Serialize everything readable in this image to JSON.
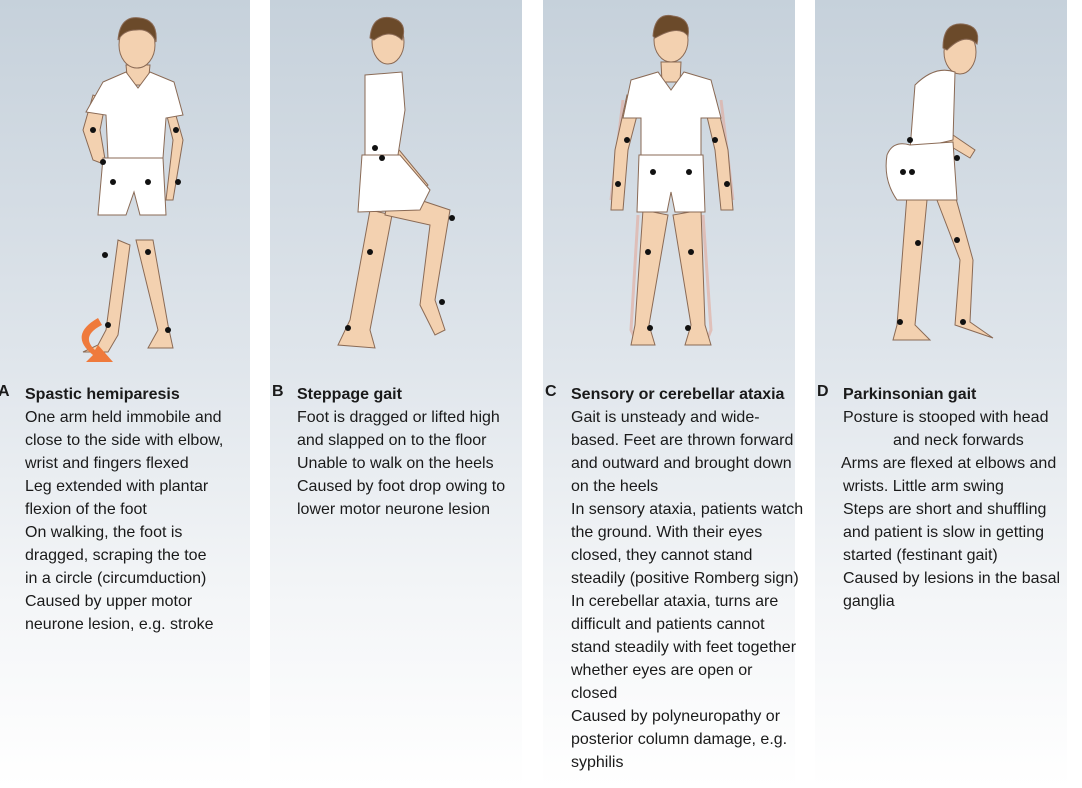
{
  "panels": [
    {
      "letter": "A",
      "title": "Spastic hemiparesis",
      "lines": [
        "One arm held immobile and",
        "close to the side with elbow,",
        "wrist and fingers flexed",
        "Leg extended with plantar",
        "flexion of the foot",
        "On walking, the foot is",
        "dragged, scraping the toe",
        "in a circle (circumduction)",
        "Caused by upper motor",
        "neurone lesion, e.g. stroke"
      ]
    },
    {
      "letter": "B",
      "title": "Steppage gait",
      "lines": [
        "Foot is dragged or lifted high",
        "and slapped on to the floor",
        "Unable to walk on the heels",
        "Caused by foot drop owing to",
        "lower motor neurone lesion"
      ]
    },
    {
      "letter": "C",
      "title": "Sensory or cerebellar ataxia",
      "lines": [
        "Gait is unsteady and wide-",
        "based. Feet are thrown forward",
        "and outward and brought down",
        "on the heels",
        "In sensory ataxia, patients watch",
        "the ground. With their eyes",
        "closed, they cannot stand",
        "steadily (positive Romberg sign)",
        "In cerebellar ataxia, turns are",
        "difficult and patients cannot",
        "stand steadily with feet together",
        "whether eyes are open or",
        "closed",
        "Caused by polyneuropathy or",
        "posterior column damage, e.g.",
        "syphilis"
      ]
    },
    {
      "letter": "D",
      "title": "Parkinsonian gait",
      "lines": [
        "Posture is stooped with head",
        "and neck forwards",
        "Arms are flexed at elbows and",
        "wrists. Little arm swing",
        "Steps are short and shuffling",
        "and patient is slow in getting",
        "started (festinant gait)",
        "Caused by lesions in the basal",
        "ganglia"
      ]
    }
  ],
  "colors": {
    "skin": "#f3d1b0",
    "hair": "#6b4a2a",
    "arrow": "#ef7a3c",
    "clothes": "#ffffff"
  }
}
